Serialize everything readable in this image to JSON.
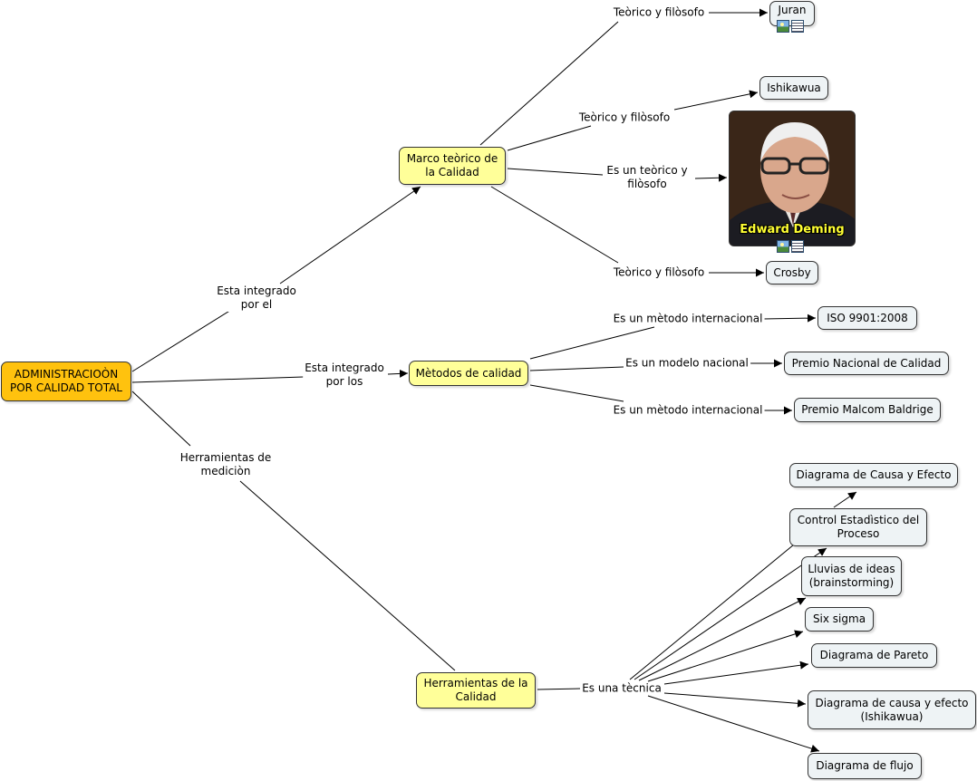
{
  "nodes": {
    "root": "ADMINISTRACIOÒN\nPOR CALIDAD TOTAL",
    "marco": "Marco teòrico de\nla Calidad",
    "metodos": "Mètodos de calidad",
    "herramientas": "Herramientas de la\nCalidad",
    "juran": "Juran",
    "ishikawua": "Ishikawua",
    "deming_caption": "Edward Deming",
    "crosby": "Crosby",
    "iso": "ISO 9901:2008",
    "premio_nacional": "Premio Nacional de Calidad",
    "premio_malcom": "Premio Malcom Baldrige",
    "causa_efecto": "Diagrama de Causa y Efecto",
    "control": "Control Estadìstico del\nProceso",
    "lluvias": "Lluvias de ideas\n(brainstorming)",
    "six_sigma": "Six sigma",
    "pareto": "Diagrama de Pareto",
    "causa_efecto_ishikawua": "Diagrama de causa y efecto\n(Ishikawua)",
    "flujo": "Diagrama de flujo"
  },
  "labels": {
    "integrado_el": "Esta integrado\npor el",
    "integrado_los": "Esta integrado\npor los",
    "herramientas_medicion": "Herramientas de\nmediciòn",
    "teorico_juran": "Teòrico y filòsofo",
    "teorico_ishikawua": "Teòrico y filòsofo",
    "teorico_deming": "Es un teòrico y\nfilòsofo",
    "teorico_crosby": "Teòrico y filòsofo",
    "metodo_int_1": "Es un mètodo internacional",
    "modelo_nacional": "Es un modelo nacional",
    "metodo_int_2": "Es un mètodo internacional",
    "tecnica": "Es una tècnica"
  },
  "colors": {
    "root_fill": "#ffc20e",
    "concept_fill": "#ffff99",
    "leaf_fill": "#eef3f5",
    "line": "#000000",
    "caption": "#ffff33"
  },
  "icons": [
    "image-resource-icon",
    "document-resource-icon"
  ]
}
